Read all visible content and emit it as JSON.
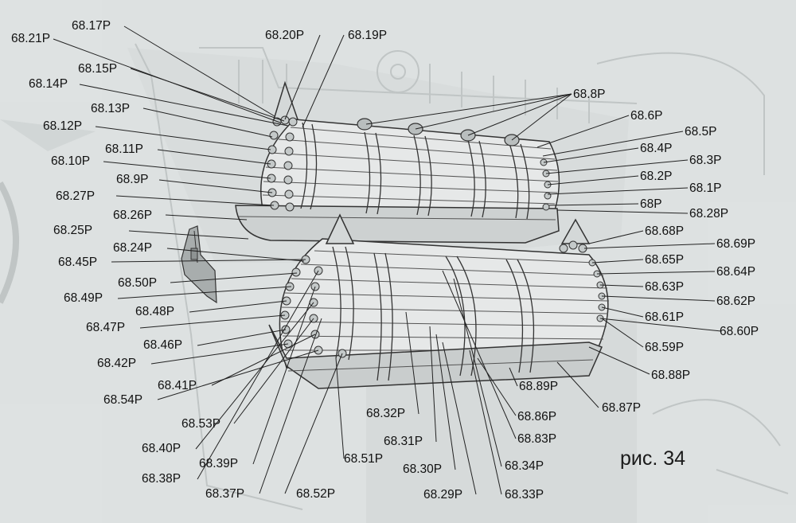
{
  "caption": "рис. 34",
  "labels": [
    "68.17P",
    "68.21P",
    "68.15P",
    "68.14P",
    "68.13P",
    "68.12P",
    "68.11P",
    "68.10P",
    "68.9P",
    "68.27P",
    "68.26P",
    "68.25P",
    "68.24P",
    "68.45P",
    "68.50P",
    "68.49P",
    "68.48P",
    "68.47P",
    "68.46P",
    "68.42P",
    "68.41P",
    "68.54P",
    "68.53P",
    "68.40P",
    "68.39P",
    "68.38P",
    "68.37P",
    "68.52P",
    "68.51P",
    "68.32P",
    "68.31P",
    "68.30P",
    "68.29P",
    "68.33P",
    "68.34P",
    "68.83P",
    "68.86P",
    "68.89P",
    "68.87P",
    "68.88P",
    "68.59P",
    "68.60P",
    "68.61P",
    "68.62P",
    "68.63P",
    "68.64P",
    "68.65P",
    "68.69P",
    "68.68P",
    "68.28P",
    "68P",
    "68.1P",
    "68.2P",
    "68.3P",
    "68.4P",
    "68.5P",
    "68.6P",
    "68.8P",
    "68.20P",
    "68.19P"
  ]
}
